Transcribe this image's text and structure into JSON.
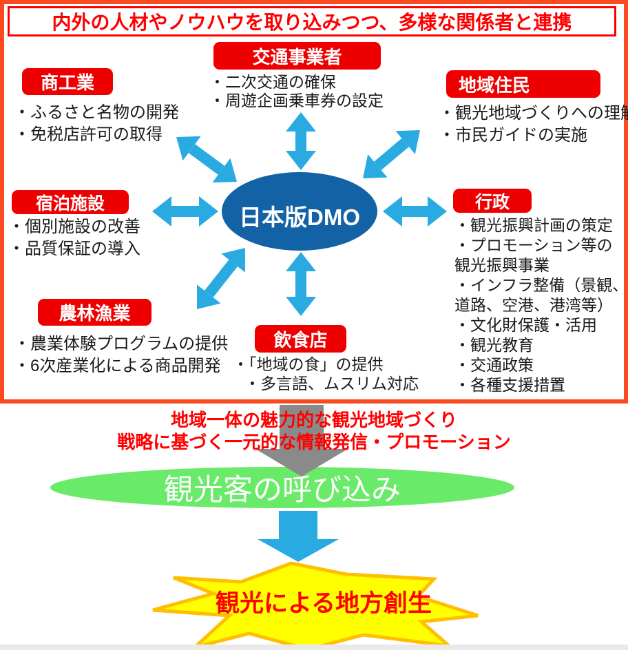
{
  "banner": {
    "text": "内外の人材やノウハウを取り込みつつ、多様な関係者と連携"
  },
  "center": {
    "label": "日本版DMO"
  },
  "stakeholders": [
    {
      "label": "商工業",
      "items": [
        "・ふるさと名物の開発",
        "・免税店許可の取得"
      ]
    },
    {
      "label": "交通事業者",
      "items": [
        "・二次交通の確保",
        "・周遊企画乗車券の設定"
      ]
    },
    {
      "label": "地域住民",
      "items": [
        "・観光地域づくりへの理解",
        "・市民ガイドの実施"
      ]
    },
    {
      "label": "宿泊施設",
      "items": [
        "・個別施設の改善",
        "・品質保証の導入"
      ]
    },
    {
      "label": "行政",
      "items": [
        "・観光振興計画の策定",
        "・プロモーション等の",
        "観光振興事業",
        "・インフラ整備（景観、",
        "道路、空港、港湾等）",
        "・文化財保護・活用",
        "・観光教育",
        "・交通政策",
        "・各種支援措置"
      ]
    },
    {
      "label": "農林漁業",
      "items": [
        "・農業体験プログラムの提供",
        "・6次産業化による商品開発"
      ]
    },
    {
      "label": "飲食店",
      "items": [
        "・「地域の食」の提供",
        "・多言語、ムスリム対応"
      ]
    }
  ],
  "outcome": {
    "line1": "地域一体の魅力的な観光地域づくり",
    "line2": "戦略に基づく一元的な情報発信・プロモーション",
    "visitor_label": "観光客の呼び込み",
    "burst_label": "観光による地方創生"
  },
  "colors": {
    "frame_orange_red": "#F94A22",
    "label_red": "#EE0000",
    "text_red": "#FF0000",
    "arrow_blue": "#29ABE2",
    "dmo_blue": "#1262A5",
    "green": "#69EB69",
    "gray": "#8A8A8A",
    "burst_yellow": "#FFFF00",
    "burst_border": "#FFBE00",
    "text_black": "#1A1A1A",
    "bottom_strip": "#E9E9E9"
  }
}
